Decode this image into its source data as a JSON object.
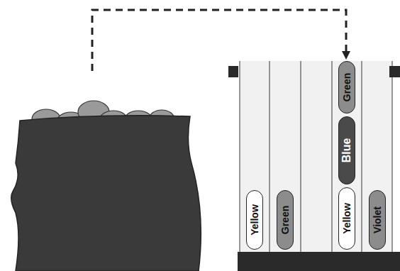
{
  "diagram": {
    "nodes": [
      {
        "text": [
          "Green"
        ]
      },
      {
        "text": [
          "Blue"
        ]
      },
      {
        "text": [
          "Yellow"
        ]
      },
      {
        "text": [
          "Green"
        ]
      },
      {
        "text": [
          "Yellow"
        ]
      },
      {
        "text": [
          "Violet"
        ]
      }
    ]
  }
}
